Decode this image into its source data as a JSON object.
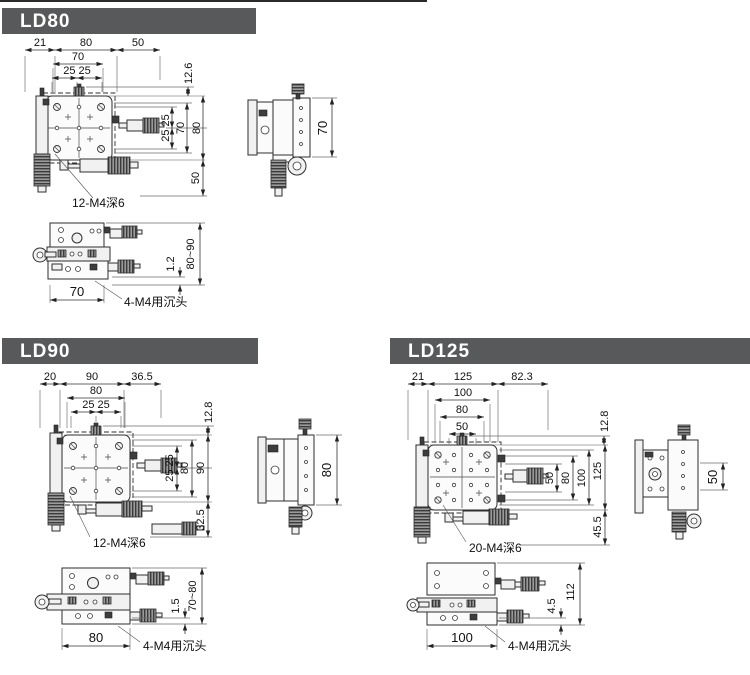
{
  "colors": {
    "header_bg": "#58595b",
    "header_text": "#ffffff",
    "line": "#2e2e2e",
    "background": "#ffffff"
  },
  "sections": [
    {
      "title": "LD80",
      "top_dims": {
        "row1": [
          "21",
          "80",
          "50"
        ],
        "row2": "70",
        "row3": "25 25",
        "vert": "12.6",
        "right_inner": "25 25",
        "right_mid": "70",
        "right_outer": "80",
        "right_below": "50"
      },
      "holes_label": "12-M4深6",
      "side_dim": "70",
      "front_dims": {
        "height": "80~90",
        "lip": "1.2",
        "width": "70",
        "holes_label": "4-M4用沉头"
      }
    },
    {
      "title": "LD90",
      "top_dims": {
        "row1": [
          "20",
          "90",
          "36.5"
        ],
        "row2": "80",
        "row3": "25 25",
        "vert": "12.8",
        "right_inner": "25 25",
        "right_mid": "80",
        "right_outer": "90",
        "right_below": "32.5"
      },
      "holes_label": "12-M4深6",
      "side_dim": "80",
      "front_dims": {
        "height": "70~80",
        "lip": "1.5",
        "width": "80",
        "holes_label": "4-M4用沉头"
      }
    },
    {
      "title": "LD125",
      "top_dims": {
        "row1": [
          "21",
          "125",
          "82.3"
        ],
        "row2": "100",
        "row3": "80",
        "row4": "50",
        "vert": "12.8",
        "right_d50": "50",
        "right_d80": "80",
        "right_d100": "100",
        "right_d125": "125",
        "right_below": "45.5"
      },
      "holes_label": "20-M4深6",
      "side_dim": "50",
      "front_dims": {
        "height": "112",
        "lip": "4.5",
        "width": "100",
        "holes_label": "4-M4用沉头"
      }
    }
  ]
}
